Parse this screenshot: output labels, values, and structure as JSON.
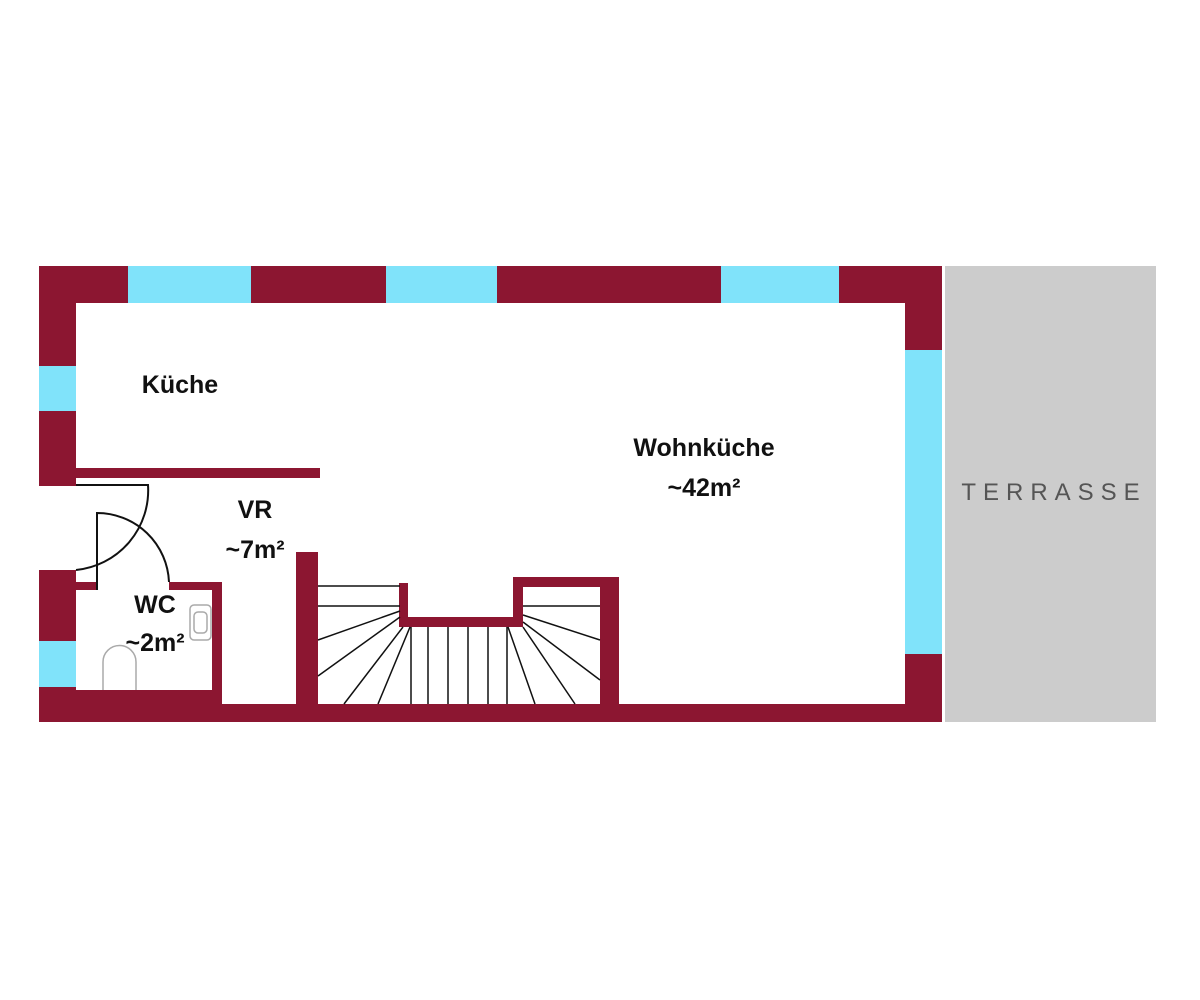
{
  "colors": {
    "wall": "#8C1631",
    "window": "#80E3FA",
    "terrace": "#CCCCCC",
    "line": "#111111",
    "fixture": "#AAAAAA"
  },
  "rooms": {
    "kueche": {
      "name": "Küche"
    },
    "wohnkueche": {
      "name": "Wohnküche",
      "area": "~42m²"
    },
    "vr": {
      "name": "VR",
      "area": "~7m²"
    },
    "wc": {
      "name": "WC",
      "area": "~2m²"
    },
    "terrasse": {
      "name": "TERRASSE"
    }
  }
}
